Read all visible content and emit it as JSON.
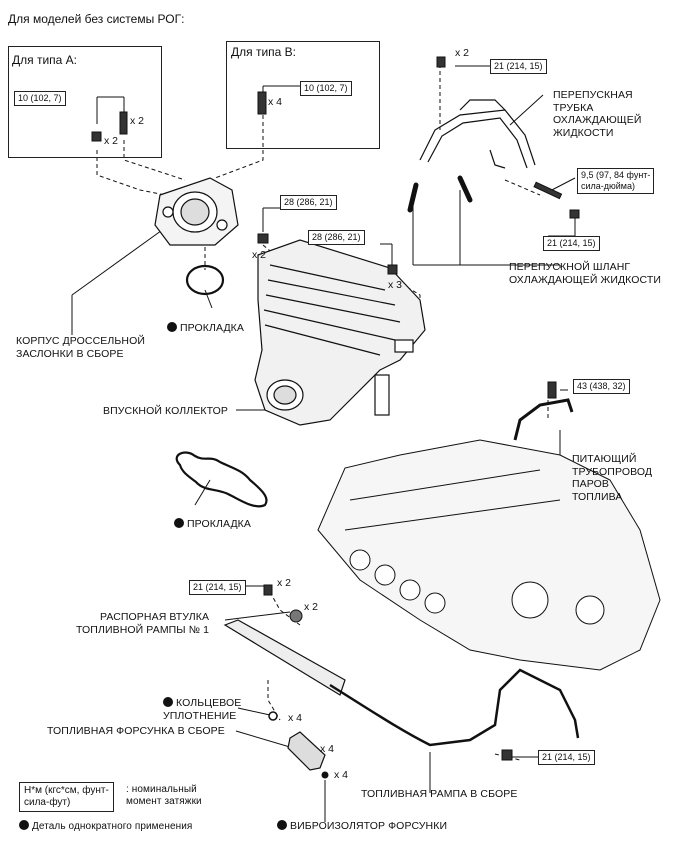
{
  "header": "Для моделей без системы РОГ:",
  "frames": {
    "type_a": "Для типа А:",
    "type_b": "Для типа В:"
  },
  "torques": {
    "a_bolt": "10 (102, 7)",
    "b_bolt": "10 (102, 7)",
    "bypass_top": "21 (214, 15)",
    "stud": "9,5 (97, 84 фунт-\nсила-дюйма)",
    "bypass_nut": "21 (214, 15)",
    "manifold_left": "28 (286, 21)",
    "manifold_right": "28 (286, 21)",
    "vapor": "43 (438, 32)",
    "spacer": "21 (214, 15)",
    "rail": "21 (214, 15)"
  },
  "quantities": {
    "a_bolt": "x 2",
    "a_nut": "x 2",
    "b_bolt": "x 4",
    "bypass_top": "x 2",
    "manifold_left": "x 2",
    "manifold_right": "x 3",
    "spacer_bolt": "x 2",
    "spacer": "x 2",
    "oring": "x 4",
    "injector": "x 4",
    "insulator": "x 4"
  },
  "labels": {
    "bypass_pipe": "ПЕРЕПУСКНАЯ\nТРУБКА\nОХЛАЖДАЮЩЕЙ\nЖИДКОСТИ",
    "bypass_hose": "ПЕРЕПУСКНОЙ ШЛАНГ\nОХЛАЖДАЮЩЕЙ ЖИДКОСТИ",
    "throttle_body": "КОРПУС ДРОССЕЛЬНОЙ\nЗАСЛОНКИ В СБОРЕ",
    "gasket_top": "ПРОКЛАДКА",
    "intake_manifold": "ВПУСКНОЙ КОЛЛЕКТОР",
    "vapor_pipe": "ПИТАЮЩИЙ\nТРУБОПРОВОД\nПАРОВ\nТОПЛИВА",
    "gasket_bottom": "ПРОКЛАДКА",
    "rail_spacer": "РАСПОРНАЯ ВТУЛКА\nТОПЛИВНОЙ РАМПЫ № 1",
    "oring": "КОЛЬЦЕВОЕ\nУПЛОТНЕНИЕ",
    "injector": "ТОПЛИВНАЯ ФОРСУНКА В СБОРЕ",
    "fuel_rail": "ТОПЛИВНАЯ РАМПА В СБОРЕ",
    "insulator": "ВИБРОИЗОЛЯТОР ФОРСУНКИ"
  },
  "legend": {
    "unit": "Н*м (кгс*см, фунт-\nсила-фут)",
    "unit_desc": ": номинальный\nмомент затяжки",
    "single_use": "Деталь однократного применения"
  }
}
